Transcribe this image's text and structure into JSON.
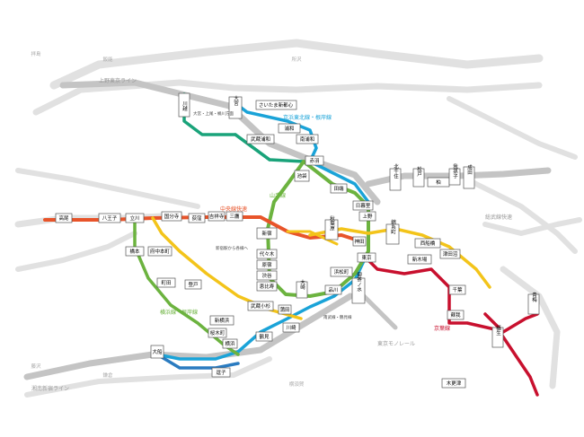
{
  "colors": {
    "chuo": "#e8542a",
    "yamanote": "#6cb33f",
    "keihin": "#1aa3d8",
    "saikyo": "#1aa37a",
    "sobu": "#f3c41a",
    "keiyo": "#c8102e",
    "yokosuka": "#2a7bc0",
    "gray_line": "#c4c4c4",
    "light_gray_line": "#e1e1e1"
  },
  "line_labels": {
    "chuo_rapid": "中央線快速",
    "yamanote": "山手線",
    "keihin_saikyo": "京浜東北線・根岸線",
    "keiyo": "京葉線",
    "yokohama_negishi": "横浜線・根岸線",
    "ueno_tokyo_line": "上野東京ライン",
    "shonan_shinjuku": "湘南新宿ライン",
    "tokyo_monorail": "東京モノレール",
    "sobu_rapid": "総武線快速"
  },
  "stations": {
    "omiya": "大宮",
    "kawagoe": "川越",
    "saitama_shintoshin": "さいたま新都心",
    "urawa": "浦和",
    "musashi_urawa": "武蔵浦和",
    "minami_urawa": "南浦和",
    "akabane": "赤羽",
    "tabata": "田端",
    "nippori": "日暮里",
    "ueno": "上野",
    "ikebukuro": "池袋",
    "shinjuku": "新宿",
    "yoyogi": "代々木",
    "harajuku": "原宿",
    "shibuya": "渋谷",
    "ebisu": "恵比寿",
    "osaki": "大崎",
    "shinagawa": "品川",
    "hamamatsucho": "浜松町",
    "tokyo": "東京",
    "kanda": "神田",
    "akihabara": "秋葉原",
    "ochanomizu": "御茶ノ水",
    "kinshicho": "錦糸町",
    "shin_kiba": "新木場",
    "nishi_funabashi": "西船橋",
    "tsudanuma": "津田沼",
    "chiba": "千葉",
    "soga": "蘇我",
    "kisarazu": "木更津",
    "narita": "成田",
    "kitasenju": "北千住",
    "matsudo": "松戸",
    "abiko": "我孫子",
    "kashiwa": "柏",
    "mitaka": "三鷹",
    "kichijoji": "吉祥寺",
    "ogikubo": "荻窪",
    "tachikawa": "立川",
    "hachioji": "八王子",
    "takao": "高尾",
    "kokubunji": "国分寺",
    "fuchu_honmachi": "府中本町",
    "hashimoto": "橋本",
    "machida": "町田",
    "noborito": "登戸",
    "kawasaki": "川崎",
    "musashi_kosugi": "武蔵小杉",
    "kamata": "蒲田",
    "shin_yokohama": "新横浜",
    "yokohama": "横浜",
    "sakuragicho": "桜木町",
    "ofuna": "大船",
    "zushi": "逗子",
    "tsurumi": "鶴見",
    "ome": "青梅",
    "fussa": "福生",
    "haijima": "拝島",
    "hanno": "飯能",
    "tokorozawa": "所沢",
    "fujisawa": "藤沢",
    "kamakura": "鎌倉",
    "yokosuka": "横須賀"
  },
  "notes": {
    "omiya_note": "大宮・上尾・桶川方面",
    "shinjuku_note": "新宿駅から各線へ",
    "kawasaki_note": "南武線・鶴見線"
  }
}
